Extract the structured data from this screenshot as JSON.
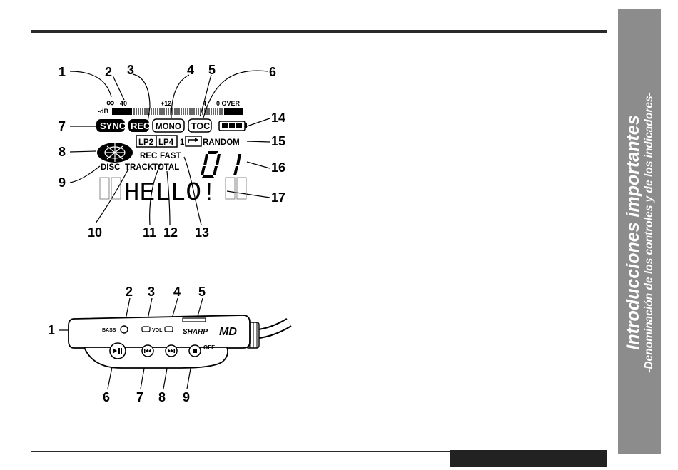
{
  "side_tab": {
    "title": "Introducciones importantes",
    "subtitle": "-Denominación de los controles y de los indicadores-"
  },
  "display": {
    "callouts": [
      "1",
      "2",
      "3",
      "4",
      "5",
      "6",
      "7",
      "8",
      "9",
      "10",
      "11",
      "12",
      "13",
      "14",
      "15",
      "16",
      "17"
    ],
    "level_scale": [
      "-dB",
      "∞",
      "40",
      "+12",
      "4",
      "0 OVER"
    ],
    "sync": "SYNC",
    "rec_badge": "REC",
    "mono": "MONO",
    "toc": "TOC",
    "lp2": "LP2",
    "lp4": "LP4",
    "repeat_one": "1",
    "random": "RANDOM",
    "rec_fast_rec": "REC",
    "rec_fast_fast": "FAST",
    "disc": "DISC",
    "track": "TRACK",
    "total": "TOTAL",
    "track_number": "0 1",
    "message": "HELLO!"
  },
  "remote": {
    "callouts_top": [
      "2",
      "3",
      "4",
      "5"
    ],
    "callout_left": "1",
    "callouts_bottom": [
      "6",
      "7",
      "8",
      "9"
    ],
    "bass_label": "BASS",
    "vol_label": "VOL",
    "brand": "SHARP",
    "logo": "MD",
    "off_label": "OFF"
  }
}
